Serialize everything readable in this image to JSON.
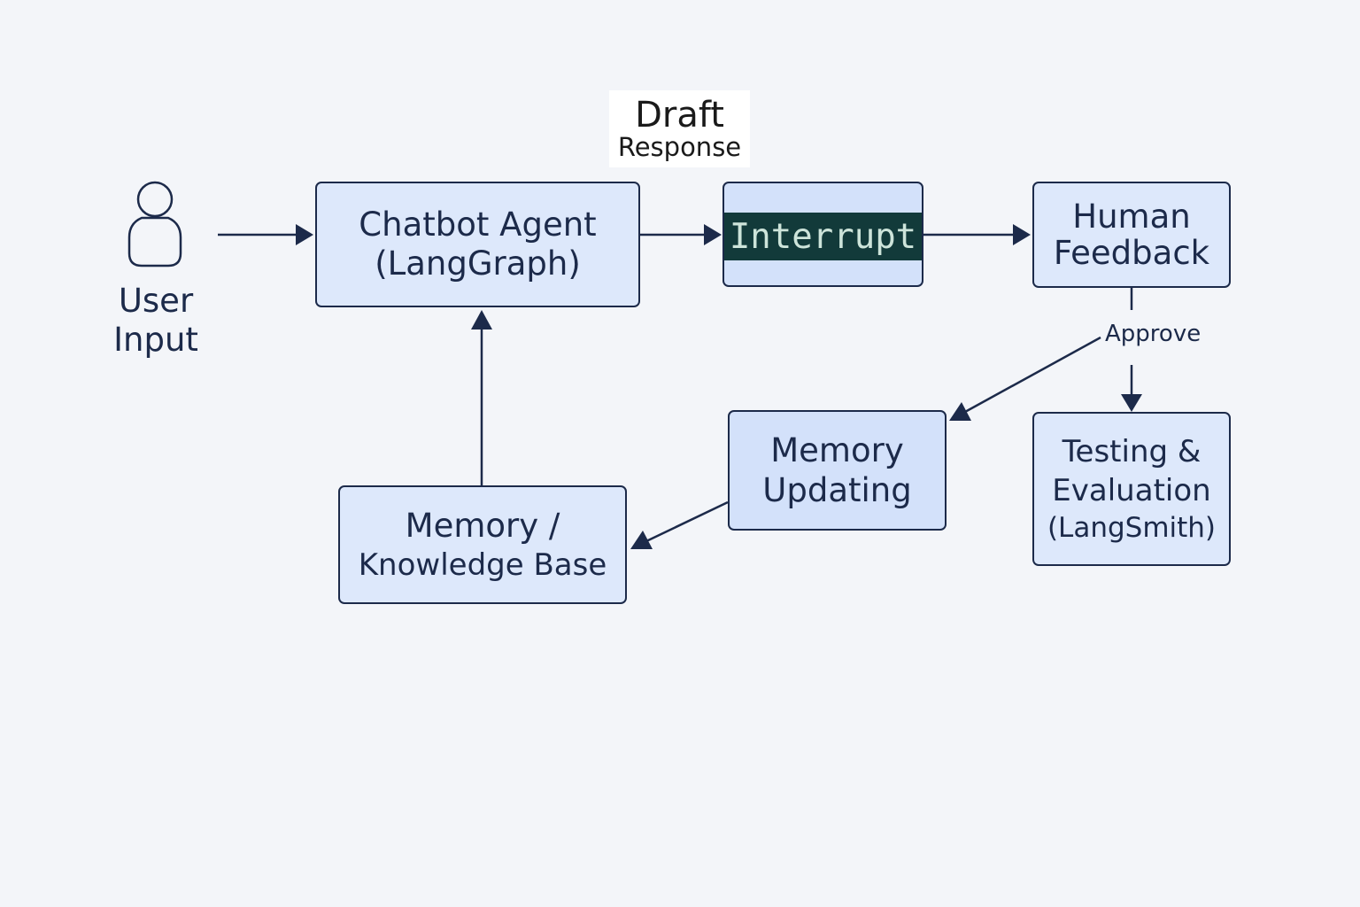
{
  "user": {
    "line1": "User",
    "line2": "Input"
  },
  "draft": {
    "line1": "Draft",
    "line2": "Response"
  },
  "nodes": {
    "chatbot": {
      "line1": "Chatbot Agent",
      "line2": "(LangGraph)"
    },
    "interrupt": {
      "label": "Interrupt"
    },
    "human_feedback": {
      "line1": "Human",
      "line2": "Feedback"
    },
    "memory_updating": {
      "line1": "Memory",
      "line2": "Updating"
    },
    "testing": {
      "line1": "Testing &",
      "line2": "Evaluation",
      "line3": "(LangSmith)"
    },
    "memory_kb": {
      "line1": "Memory /",
      "line2": "Knowledge Base"
    }
  },
  "edges": {
    "approve_label": "Approve"
  },
  "colors": {
    "background": "#f3f5f9",
    "node_fill": "#dde8fb",
    "node_border": "#1c2a4a",
    "interrupt_band": "#123a3a",
    "arrow": "#1c2a4a"
  },
  "icons": {
    "user": "person-icon"
  }
}
